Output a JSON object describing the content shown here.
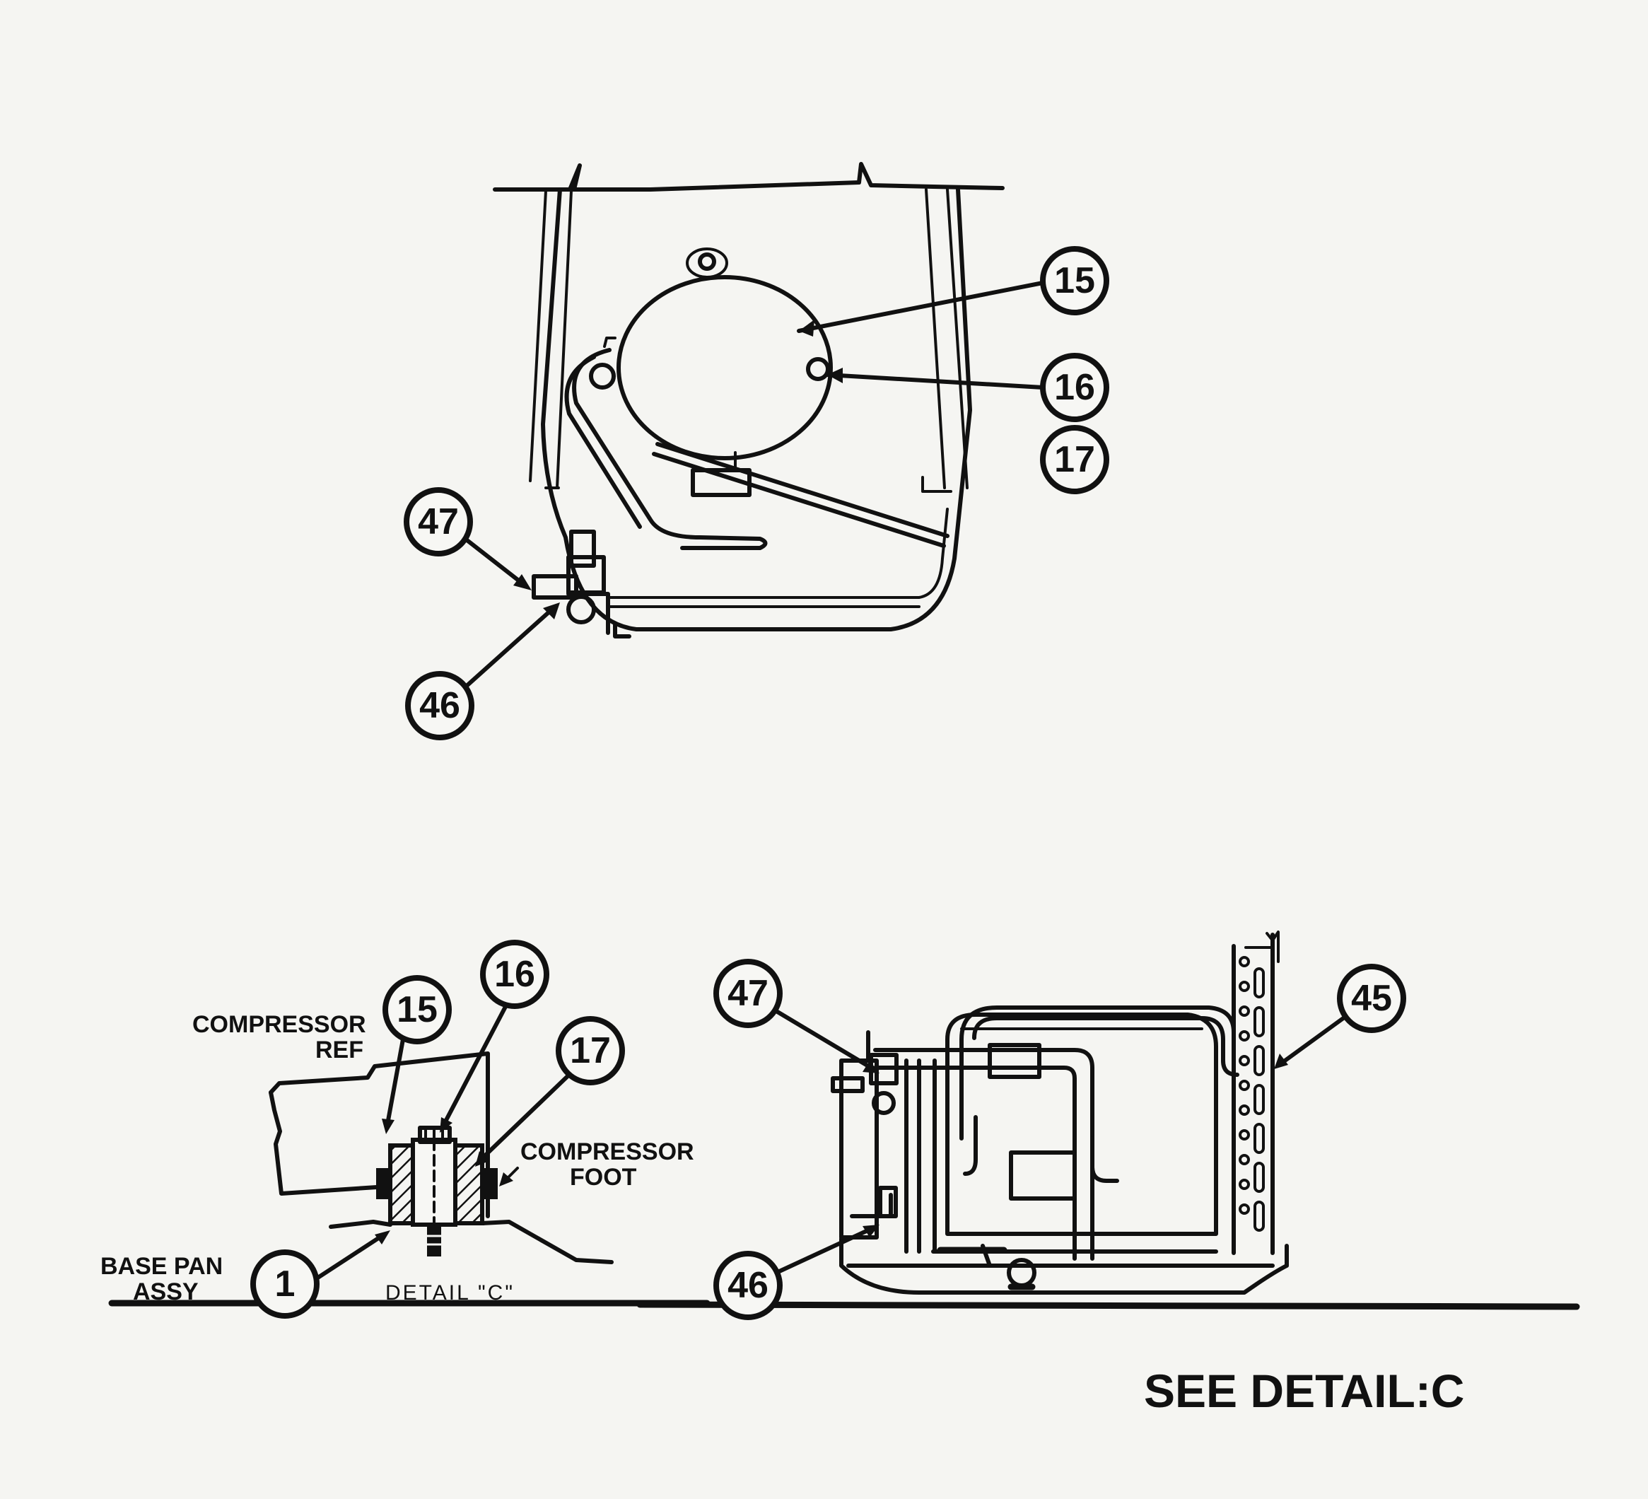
{
  "top_view": {
    "callouts": [
      "15",
      "16",
      "17",
      "47",
      "46"
    ]
  },
  "detail_c": {
    "callouts": [
      "15",
      "16",
      "17",
      "1"
    ],
    "compressor_label_line1": "COMPRESSOR",
    "compressor_label_line2": "REF",
    "foot_label_line1": "COMPRESSOR",
    "foot_label_line2": "FOOT",
    "base_label_line1": "BASE PAN",
    "base_label_line2": "ASSY",
    "caption": "DETAIL \"C\""
  },
  "side_view": {
    "callouts": [
      "47",
      "46",
      "45"
    ]
  },
  "footer": {
    "see_detail": "SEE DETAIL:C"
  }
}
